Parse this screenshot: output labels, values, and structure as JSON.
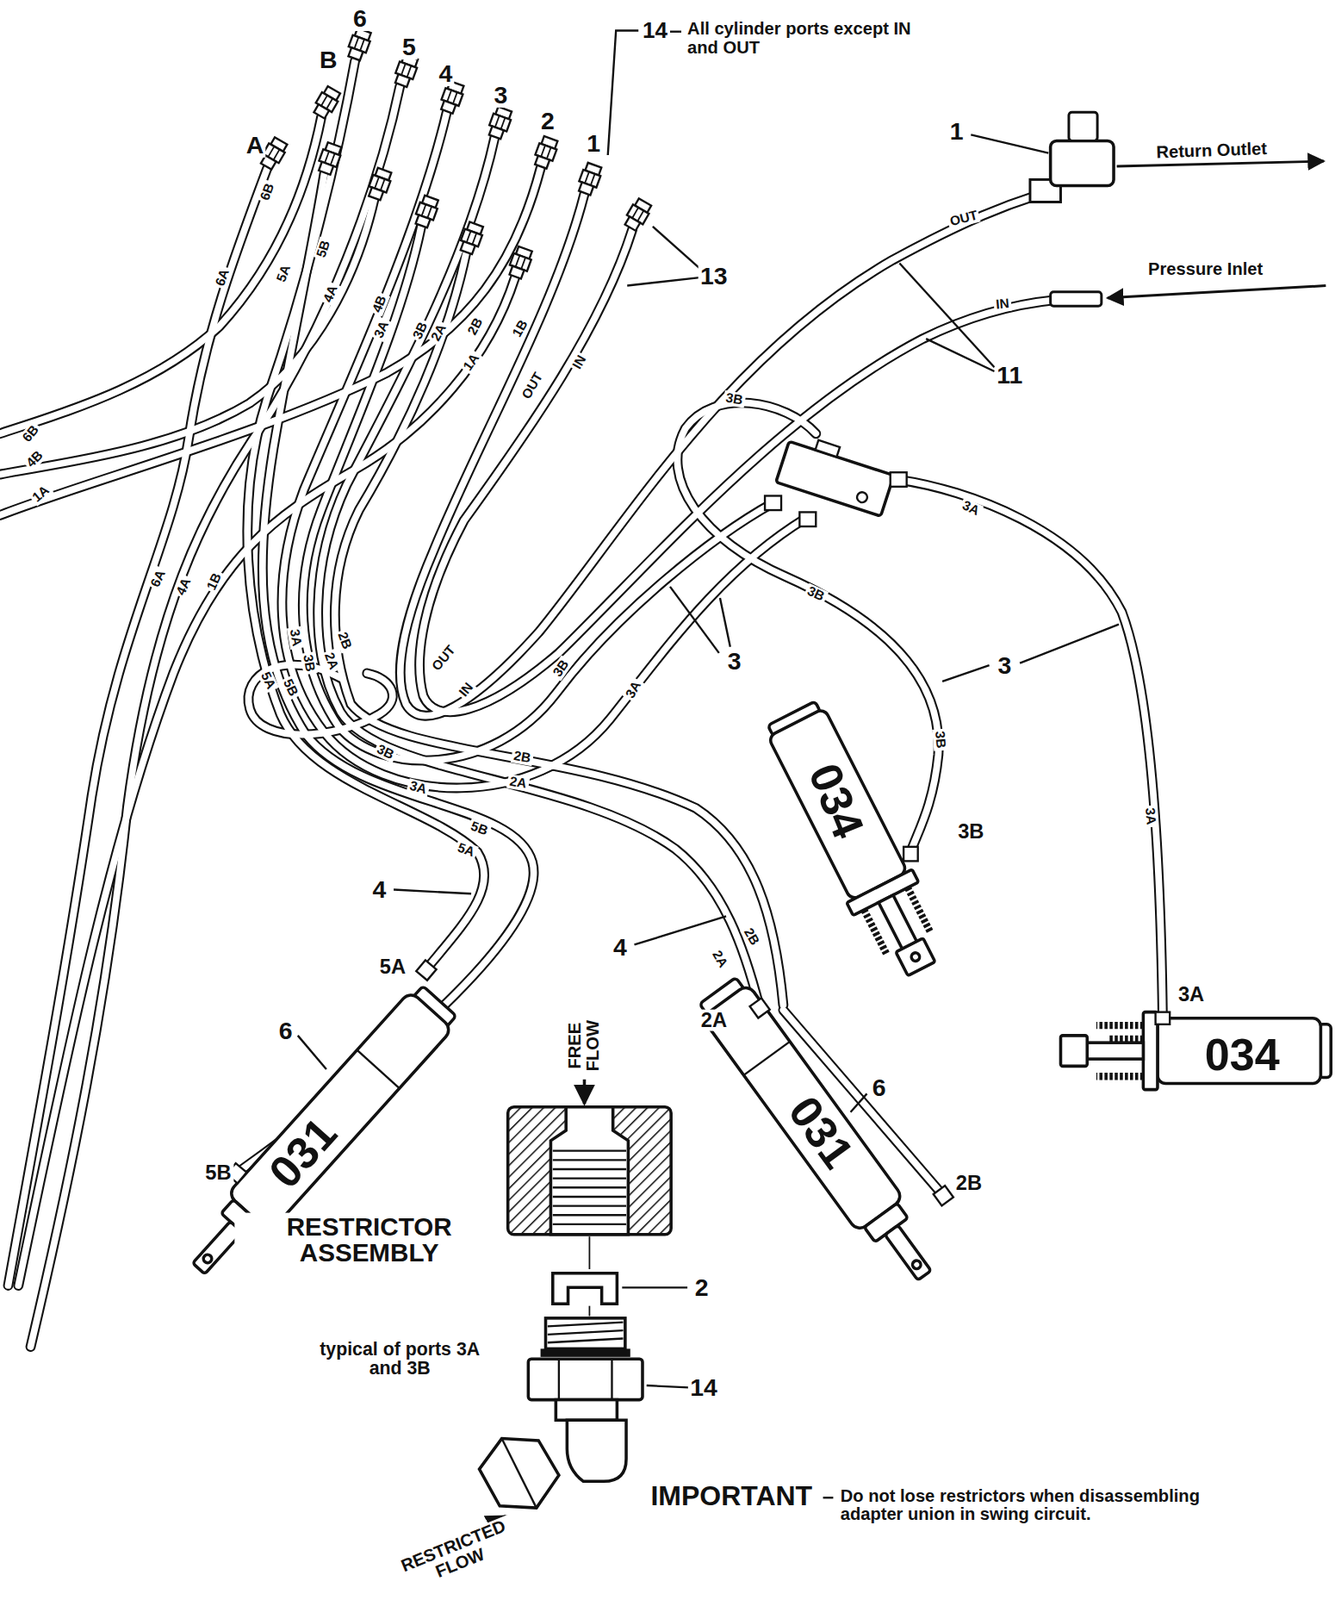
{
  "diagram": {
    "labels": [
      "6",
      "B",
      "5",
      "4",
      "3",
      "A",
      "2",
      "1",
      "14",
      "All cylinder ports except IN and OUT",
      "1",
      "Return Outlet",
      "OUT",
      "Pressure Inlet",
      "IN",
      "11",
      "13",
      "6A",
      "6B",
      "5A",
      "5B",
      "4A",
      "4B",
      "3A",
      "3B",
      "2A",
      "2B",
      "1A",
      "1B",
      "OUT",
      "IN",
      "6B",
      "4B",
      "1A",
      "6A",
      "4A",
      "1B",
      "3A",
      "3B",
      "2A",
      "2B",
      "5A",
      "5B",
      "OUT",
      "IN",
      "3B",
      "3A",
      "3B",
      "3A",
      "2B",
      "2A",
      "5B",
      "5A",
      "3B",
      "3A",
      "3B",
      "3",
      "3",
      "3B",
      "3A",
      "3B",
      "034",
      "3A",
      "034",
      "4",
      "5A",
      "4",
      "2B",
      "2A",
      "2A",
      "6",
      "6",
      "031",
      "031",
      "5B",
      "2B",
      "FREE FLOW",
      "RESTRICTOR ASSEMBLY",
      "2",
      "typical of ports 3A and 3B",
      "14",
      "RESTRICTED FLOW",
      "IMPORTANT",
      "Do not lose restrictors when disassembling adapter union in swing circuit."
    ]
  }
}
